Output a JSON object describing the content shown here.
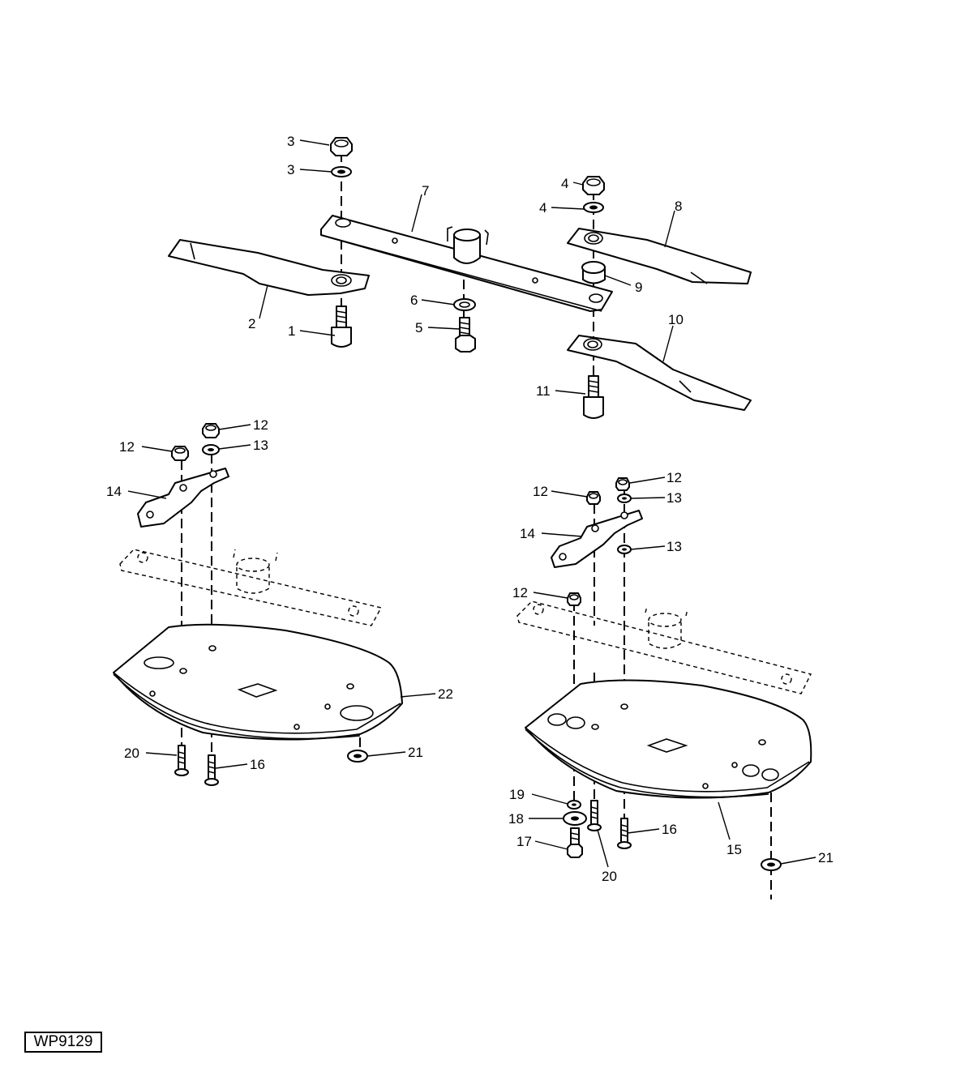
{
  "figure": {
    "id": "WP9129",
    "callouts": [
      "1",
      "2",
      "3",
      "3",
      "4",
      "4",
      "5",
      "6",
      "7",
      "8",
      "9",
      "10",
      "11",
      "12",
      "12",
      "12",
      "12",
      "12",
      "13",
      "13",
      "13",
      "14",
      "14",
      "15",
      "16",
      "16",
      "17",
      "18",
      "19",
      "20",
      "20",
      "21",
      "21",
      "22"
    ]
  }
}
